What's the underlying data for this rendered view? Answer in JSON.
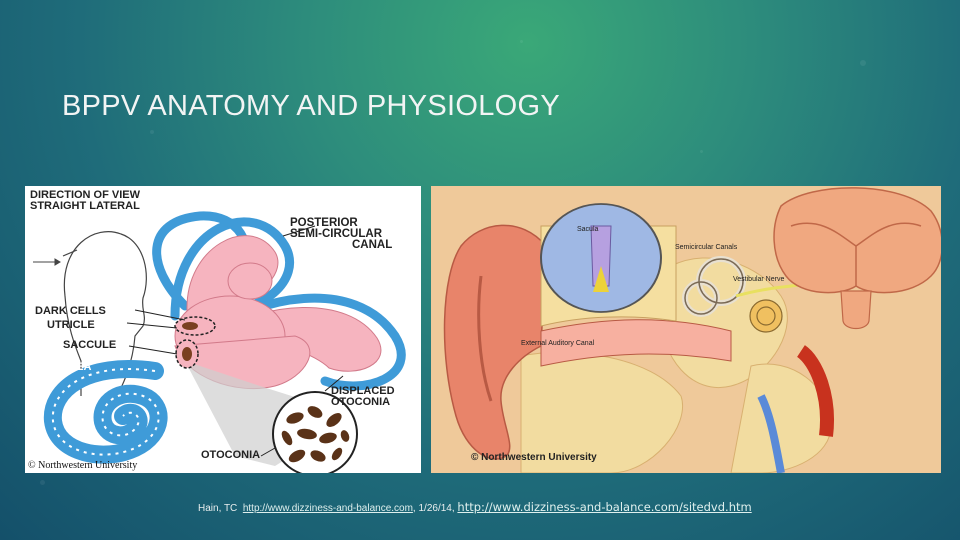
{
  "slide": {
    "title": "BPPV ANATOMY AND PHYSIOLOGY"
  },
  "left_figure": {
    "labels": {
      "direction_line1": "DIRECTION OF VIEW",
      "direction_line2": "STRAIGHT LATERAL",
      "posterior_line1": "POSTERIOR",
      "posterior_line2": "SEMI-CIRCULAR",
      "posterior_line3": "CANAL",
      "dark_cells": "DARK CELLS",
      "utricle": "UTRICLE",
      "saccule": "SACCULE",
      "cochlea": "COCHLEA",
      "displaced_line1": "DISPLACED",
      "displaced_line2": "OTOCONIA",
      "otoconia": "OTOCONIA"
    },
    "copyright": "©   Northwestern University",
    "colors": {
      "canal_blue": "#3f9bd8",
      "membrane_pink": "#f6b4bf",
      "otoconia_brown": "#5a3218"
    }
  },
  "right_figure": {
    "labels": {
      "sacculus": "Sacula",
      "semicircular_canals": "Semicircular Canals",
      "vestibular_nerve": "Vestibular Nerve",
      "external_canal": "External Auditory Canal"
    },
    "copyright": "© Northwestern University",
    "colors": {
      "skin_tan": "#efc99a",
      "ear_pink": "#e8846a",
      "vessel_red": "#c8321e"
    }
  },
  "citation": {
    "prefix": "Hain, TC",
    "link1": "http://www.dizziness-and-balance.com",
    "middle": ", 1/26/14, ",
    "link2": "http://www.dizziness-and-balance.com/sitedvd.htm"
  },
  "theme": {
    "background": "#2d8c7c",
    "title_color": "#f2f4f4"
  }
}
